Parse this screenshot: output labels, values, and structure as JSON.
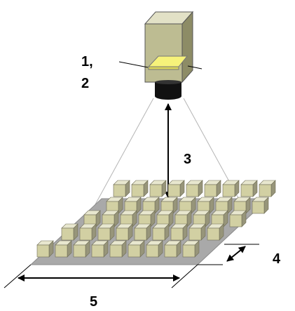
{
  "labels": {
    "camera_line1": "1,",
    "camera_line2": "2",
    "working_distance": "3",
    "field_depth": "4",
    "field_width": "5"
  },
  "colors": {
    "camera_front": "#bdbc92",
    "camera_side": "#8d8c66",
    "camera_top": "#e2e1c6",
    "sensor": "#f6f27a",
    "lens": "#111111",
    "plate": "#a9a9a9",
    "cube_front": "#d2d0a3",
    "cube_side": "#97957a",
    "cube_top": "#e8e7cf"
  },
  "icons": {
    "camera": "camera-icon",
    "sensor": "image-sensor-icon",
    "lens": "lens-icon",
    "sample_array": "cube-array-icon",
    "dimension_arrow": "double-arrow-icon"
  }
}
